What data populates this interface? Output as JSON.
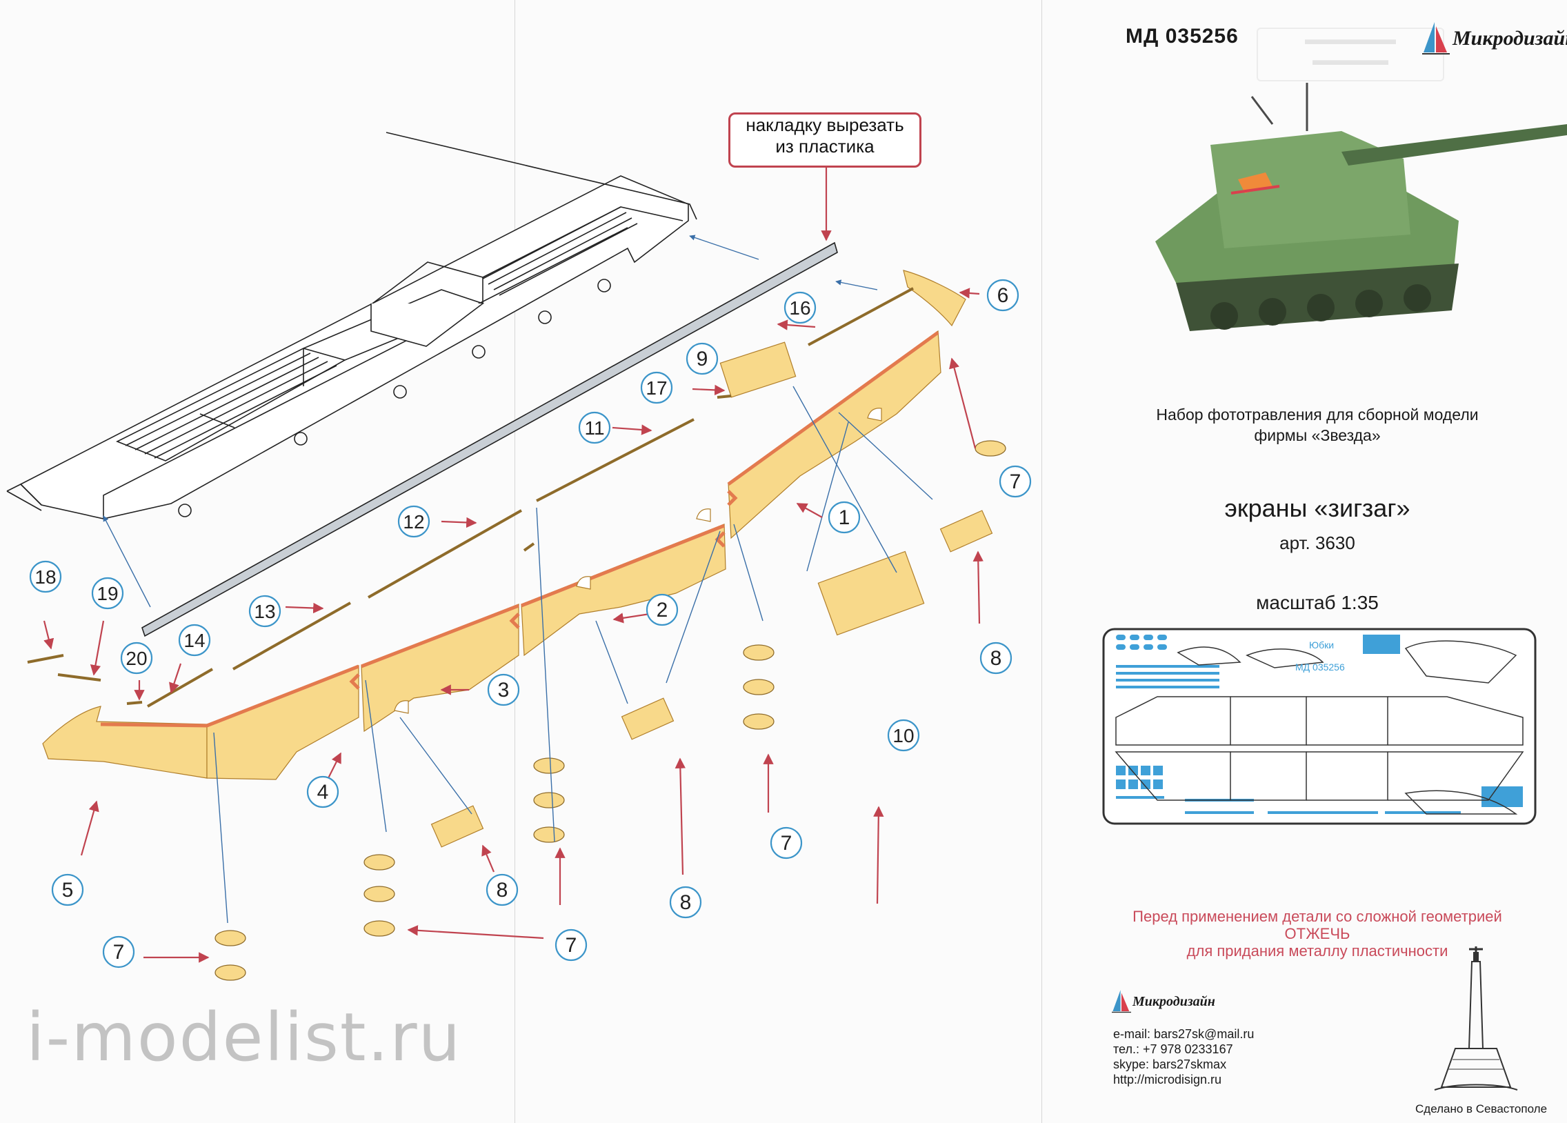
{
  "header": {
    "sku": "МД 035256",
    "brand": "Микродизайн"
  },
  "note": {
    "line1": "накладку вырезать",
    "line2": "из пластика"
  },
  "callouts": [
    "1",
    "2",
    "3",
    "4",
    "5",
    "6",
    "7",
    "8",
    "9",
    "10",
    "11",
    "12",
    "13",
    "14",
    "16",
    "17",
    "18",
    "19",
    "20"
  ],
  "description": {
    "line1": "Набор фототравления для сборной модели",
    "line2": "фирмы «Звезда»"
  },
  "product": {
    "name": "экраны «зигзаг»",
    "article": "арт. 3630",
    "scale": "масштаб 1:35"
  },
  "fret": {
    "title": "Юбки",
    "code": "МД 035256"
  },
  "warning": {
    "line1": "Перед применением детали со сложной геометрией",
    "line2": "ОТЖЕЧЬ",
    "line3": "для придания металлу пластичности"
  },
  "contacts": {
    "email": "e-mail: bars27sk@mail.ru",
    "phone": "тел.: +7 978 0233167",
    "skype": "skype: bars27skmax",
    "url": "http://microdisign.ru"
  },
  "footer": {
    "made_in": "Сделано в Севастополе"
  },
  "watermark": "i-modelist.ru",
  "colors": {
    "part_fill": "#f8d98a",
    "part_edge": "#e37a4e",
    "callout_circle": "#3c95c9",
    "arrow": "#c0434f",
    "fret_blue": "#3fa0d8"
  }
}
